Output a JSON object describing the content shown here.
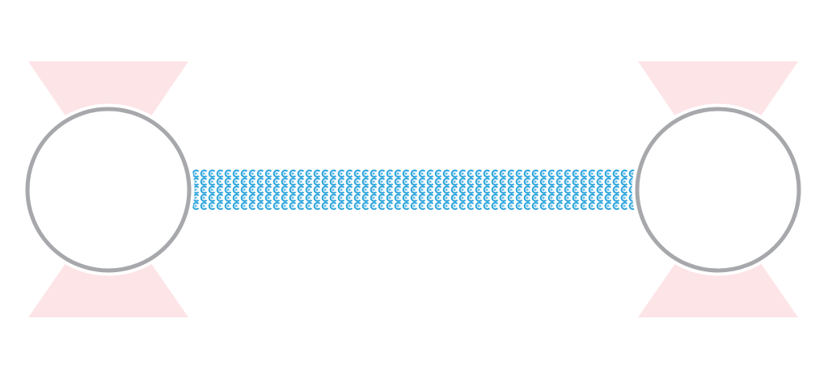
{
  "colors": {
    "background": "#ffffff",
    "cone": "#fde4e6",
    "node_stroke": "#a7a8ab",
    "node_fill": "#ffffff",
    "link": "#29a3dc",
    "link_dot": "#6cc0e8"
  },
  "nodes": [
    {
      "id": "left-node",
      "label": ""
    },
    {
      "id": "right-node",
      "label": ""
    }
  ],
  "links": [
    {
      "from": "left-node",
      "to": "right-node",
      "style": "patterned-band"
    }
  ]
}
